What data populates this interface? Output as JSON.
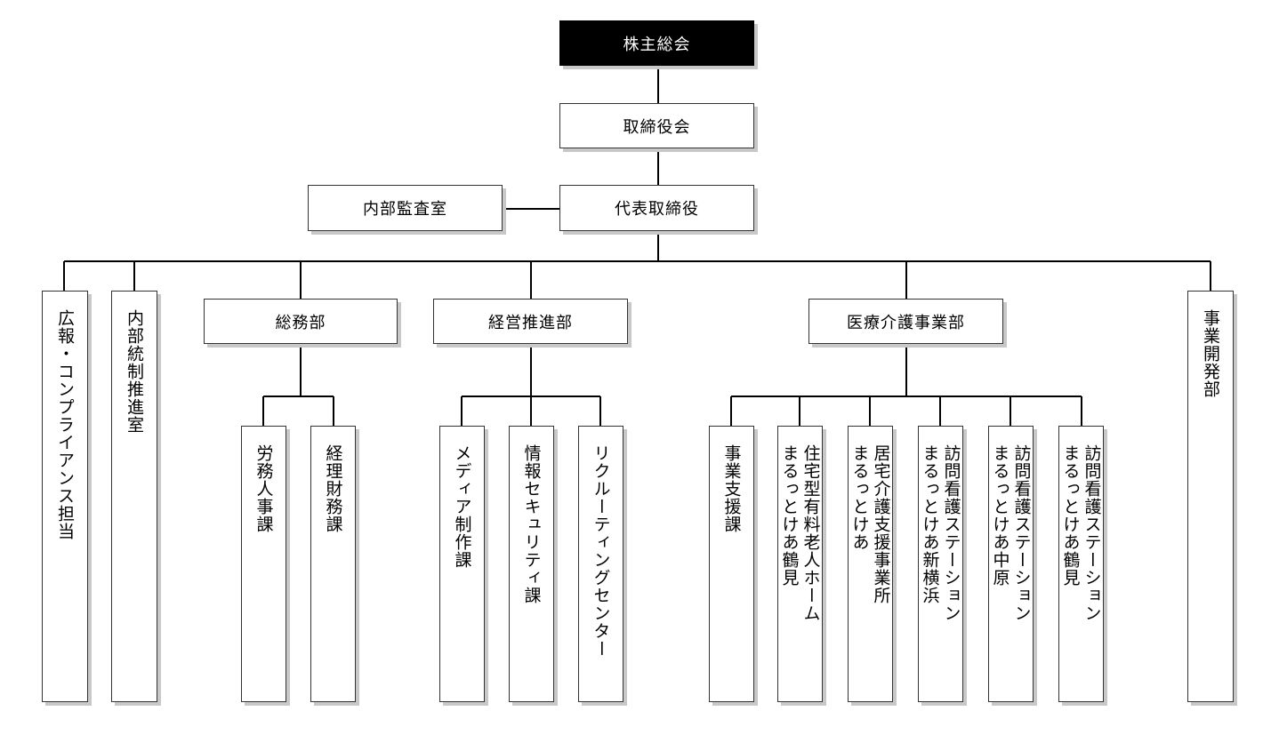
{
  "top": {
    "shareholders": "株主総会",
    "board": "取締役会",
    "ceo": "代表取締役",
    "audit": "内部監査室"
  },
  "level2": {
    "compliance": "広報・コンプライアンス担当",
    "internal_control": "内部統制推進室",
    "general_affairs": "総務部",
    "management": "経営推進部",
    "care": "医療介護事業部",
    "business_dev": "事業開発部"
  },
  "general_affairs_units": [
    "労務人事課",
    "経理財務課"
  ],
  "management_units": [
    "メディア制作課",
    "情報セキュリティ課",
    "リクルーティングセンター"
  ],
  "care_units": [
    "事業支援課",
    "住宅型有料老人ホーム\nまるっとけあ鶴見",
    "居宅介護支援事業所\nまるっとけあ",
    "訪問看護ステーション\nまるっとけあ新横浜",
    "訪問看護ステーション\nまるっとけあ中原",
    "訪問看護ステーション\nまるっとけあ鶴見"
  ]
}
